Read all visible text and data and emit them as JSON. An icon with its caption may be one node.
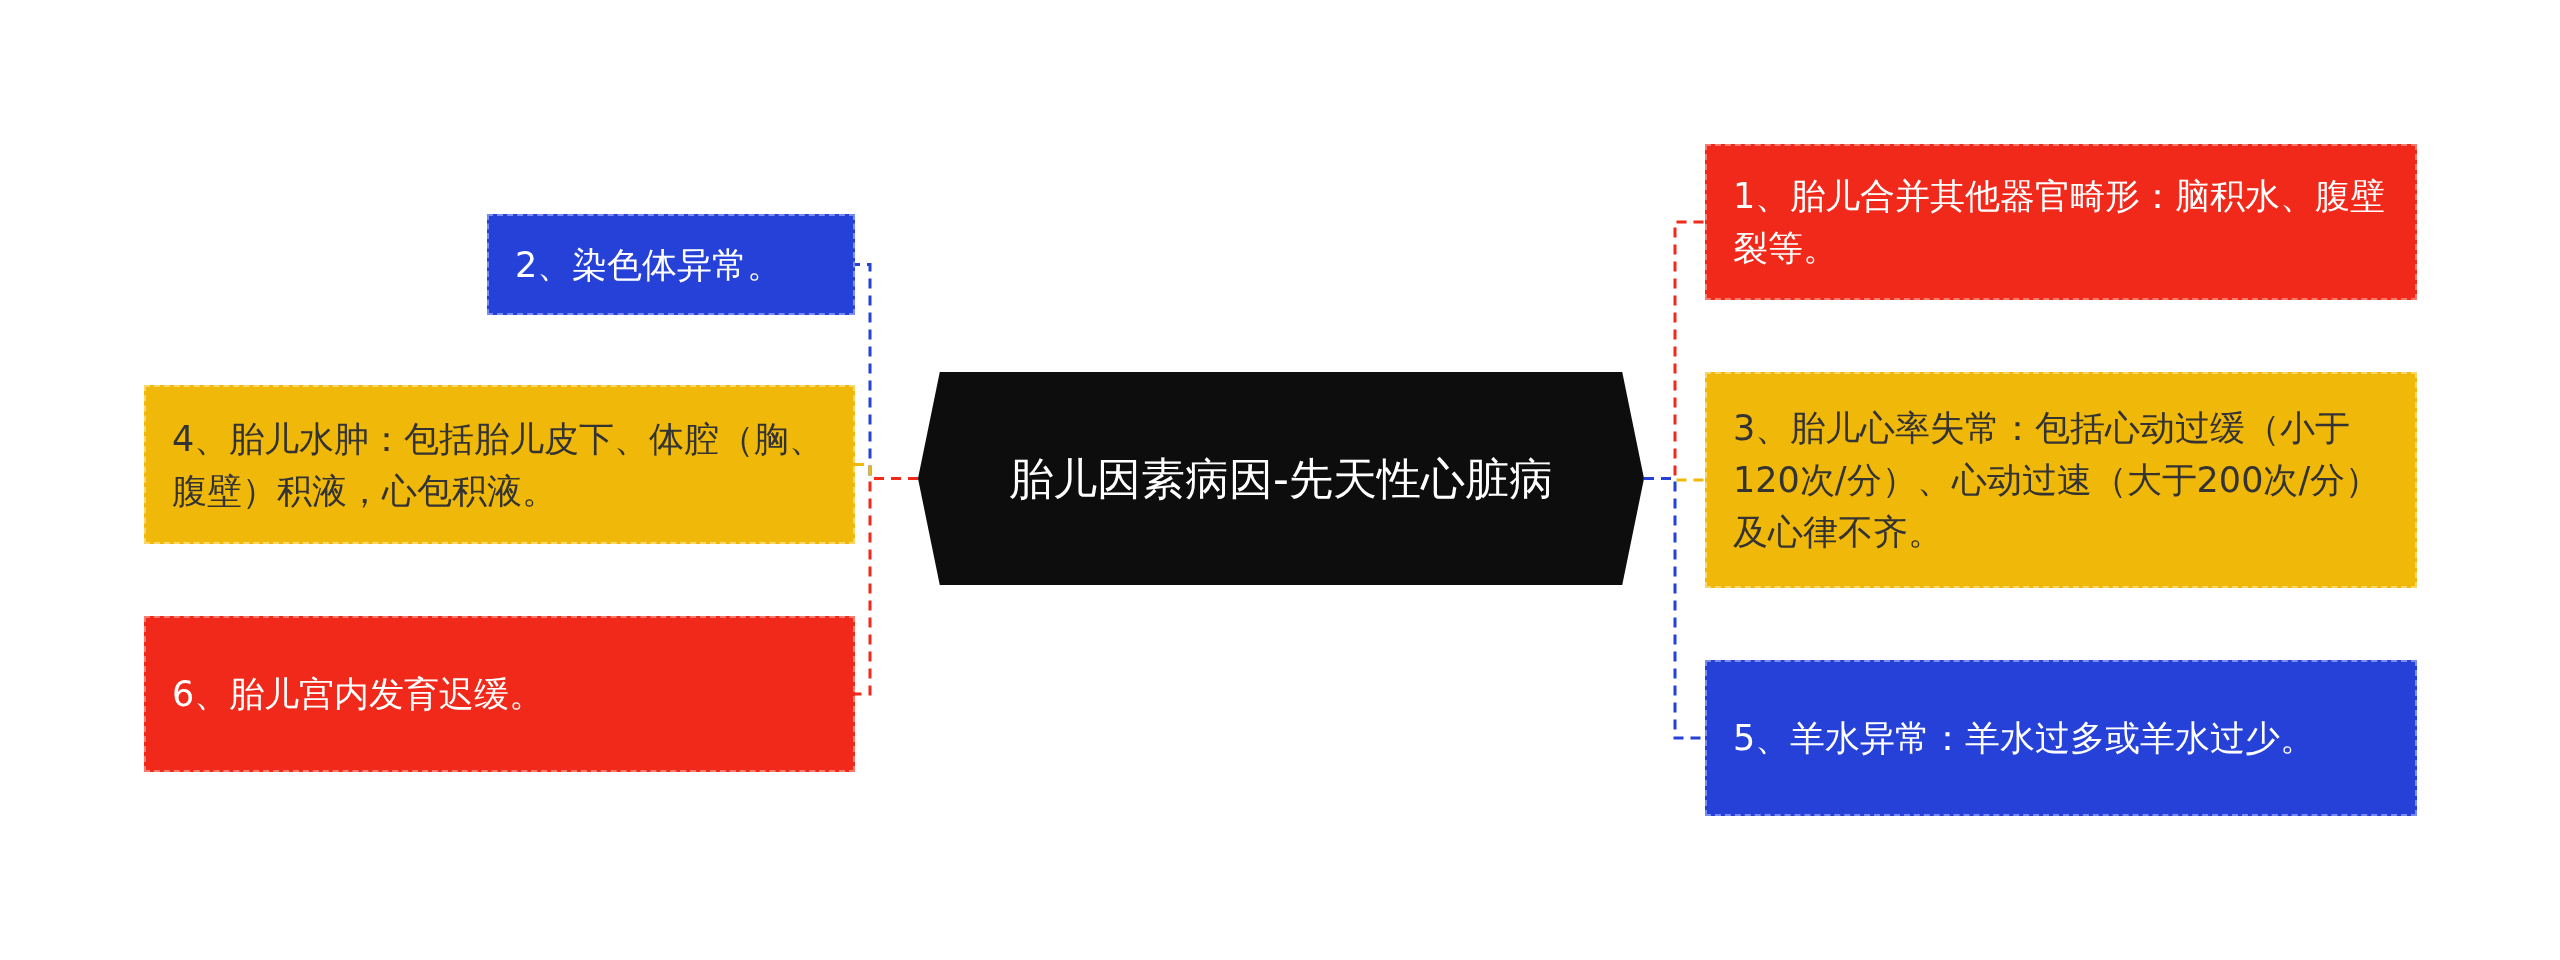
{
  "diagram": {
    "nodes": [
      {
        "text": [
          "胎儿因素病因-先天性心脏病"
        ]
      },
      {
        "text": [
          "1、胎儿合并其他器官畸形：脑积水、腹壁裂等。"
        ]
      },
      {
        "text": [
          "2、染色体异常。"
        ]
      },
      {
        "text": [
          "3、胎儿心率失常：包括心动过缓（小于120次/分）、心动过速（大于200次/分）及心律不齐。"
        ]
      },
      {
        "text": [
          "4、胎儿水肿：包括胎儿皮下、体腔（胸、腹壁）积液，心包积液。"
        ]
      },
      {
        "text": [
          "5、羊水异常：羊水过多或羊水过少。"
        ]
      },
      {
        "text": [
          "6、胎儿宫内发育迟缓。"
        ]
      }
    ],
    "edges": [
      {
        "from": 0,
        "to": 1,
        "arrow": "none",
        "style": "dashed",
        "color": "#f0291b"
      },
      {
        "from": 0,
        "to": 2,
        "arrow": "none",
        "style": "dashed",
        "color": "#2541d8"
      },
      {
        "from": 0,
        "to": 3,
        "arrow": "none",
        "style": "dashed",
        "color": "#f0b808"
      },
      {
        "from": 0,
        "to": 4,
        "arrow": "none",
        "style": "dashed",
        "color": "#f0b808"
      },
      {
        "from": 0,
        "to": 5,
        "arrow": "none",
        "style": "dashed",
        "color": "#2541d8"
      },
      {
        "from": 0,
        "to": 6,
        "arrow": "none",
        "style": "dashed",
        "color": "#f0291b"
      }
    ]
  }
}
